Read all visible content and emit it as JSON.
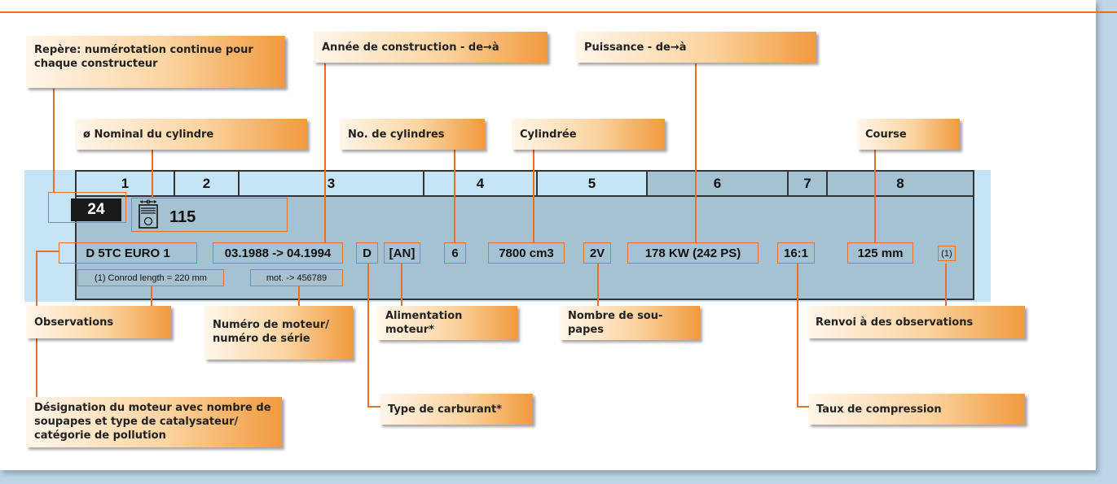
{
  "header_columns": [
    "1",
    "2",
    "3",
    "4",
    "5",
    "6",
    "7",
    "8"
  ],
  "record": {
    "reference": "24",
    "bore": "115",
    "engine_designation": "D 5TC EURO 1",
    "construction_years": "03.1988 -> 04.1994",
    "fuel_type": "D",
    "fuel_system": "[AN]",
    "cylinders": "6",
    "displacement": "7800 cm3",
    "valves": "2V",
    "power": "178 KW (242 PS)",
    "compression": "16:1",
    "stroke": "125 mm",
    "remark_ref": "(1)",
    "remark_text": "(1) Conrod length = 220 mm",
    "engine_number": "mot. -> 456789"
  },
  "callouts": {
    "repere": "Repère: numérotation continue pour chaque constructeur",
    "annee": "Année de construction - de→à",
    "puissance": "Puissance - de→à",
    "nominal": "ø Nominal du cylindre",
    "no_cyl": "No. de cylindres",
    "cylindree": "Cylindrée",
    "course": "Course",
    "observations": "Observations",
    "numero_moteur": "Numéro de moteur/ numéro de série",
    "alimentation": "Alimentation moteur*",
    "nombre_soupapes": "Nombre de sou- papes",
    "renvoi": "Renvoi à des observations",
    "designation": "Désignation du moteur avec nombre de soupapes et type de catalysateur/ catégorie de pollution",
    "type_carburant": "Type de carburant*",
    "taux_compression": "Taux de compression"
  },
  "colors": {
    "accent": "#e8702a",
    "band": "#c5e5f6",
    "table": "#a5c2d2"
  },
  "icons": [
    "cylinder-icon"
  ]
}
